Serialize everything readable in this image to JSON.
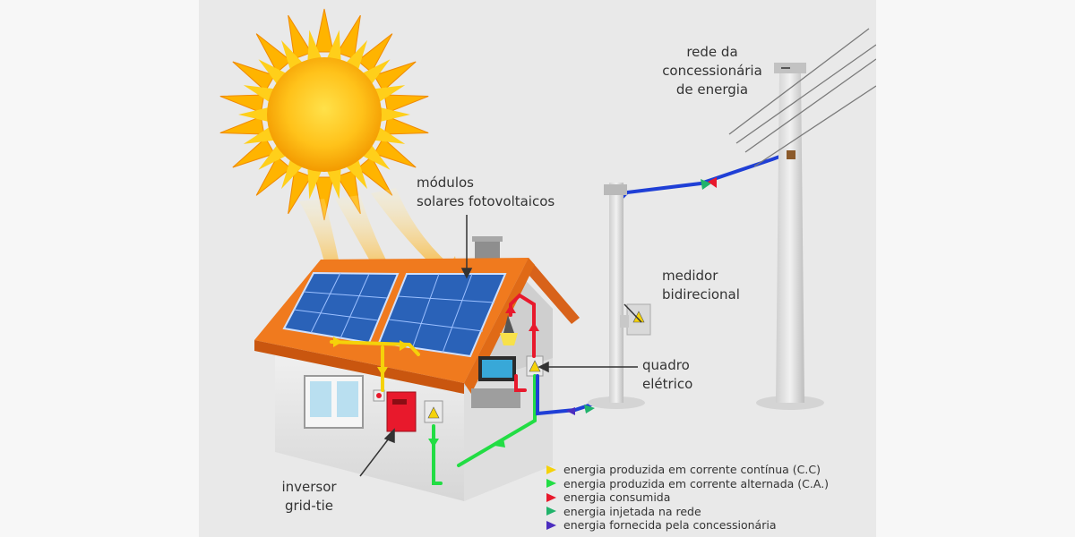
{
  "labels": {
    "modules": [
      "módulos",
      "solares fotovoltaicos"
    ],
    "network": [
      "rede da",
      "concessionária",
      "de energia"
    ],
    "meter": [
      "medidor",
      "bidirecional"
    ],
    "panel": [
      "quadro",
      "elétrico"
    ],
    "inverter": [
      "inversor",
      "grid-tie"
    ]
  },
  "legend": [
    {
      "text": "energia produzida em corrente contínua (C.C)",
      "color": "#f5d20a",
      "icon": "yellow-triangle-icon"
    },
    {
      "text": "energia produzida em corrente alternada (C.A.)",
      "color": "#22dd44",
      "icon": "green-triangle-icon"
    },
    {
      "text": "energia consumida",
      "color": "#e8192c",
      "icon": "red-triangle-icon"
    },
    {
      "text": "energia injetada na rede",
      "color": "#21b36b",
      "icon": "green-blue-triangle-icon"
    },
    {
      "text": "energia fornecida pela concessionária",
      "color": "#4b2dbf",
      "icon": "purple-triangle-icon"
    }
  ],
  "colors": {
    "dc": "#f5d20a",
    "ac": "#22dd44",
    "consumed": "#e8192c",
    "grid": "#1f3fd6",
    "roof": "#f07a1e",
    "panel": "#2a62b8",
    "sun": "#f7a400"
  }
}
